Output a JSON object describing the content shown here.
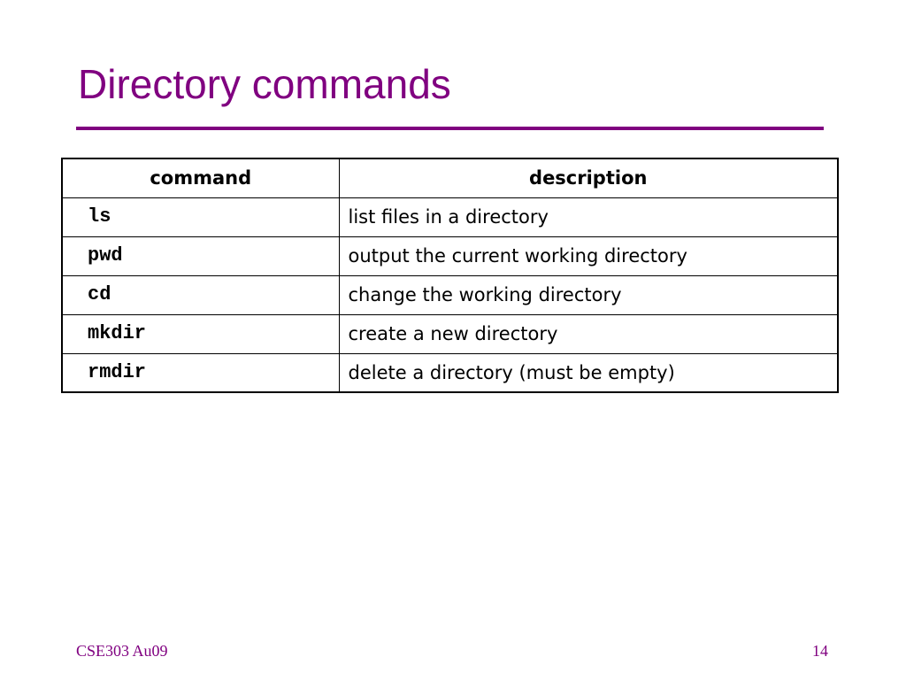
{
  "colors": {
    "accent": "#800080",
    "text": "#000000",
    "background": "#ffffff"
  },
  "slide": {
    "title": "Directory commands"
  },
  "table": {
    "headers": {
      "command": "command",
      "description": "description"
    },
    "rows": [
      {
        "command": "ls",
        "description": "list files in a directory"
      },
      {
        "command": "pwd",
        "description": "output the current working directory"
      },
      {
        "command": "cd",
        "description": "change the working directory"
      },
      {
        "command": "mkdir",
        "description": "create a new directory"
      },
      {
        "command": "rmdir",
        "description": "delete a directory (must be empty)"
      }
    ]
  },
  "footer": {
    "course": "CSE303 Au09",
    "page_number": "14"
  }
}
